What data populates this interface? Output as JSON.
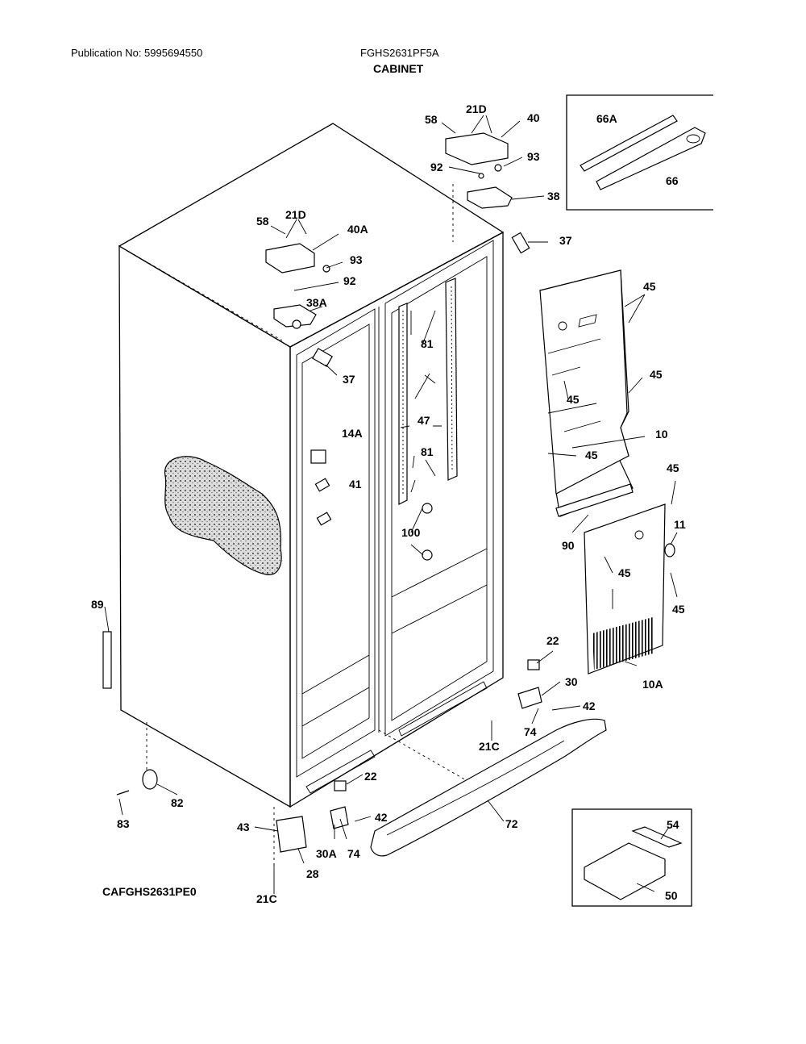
{
  "header": {
    "publication": "Publication No:  5995694550",
    "model": "FGHS2631PF5A",
    "section": "CABINET"
  },
  "diagram_code": "CAFGHS2631PE0",
  "callouts": [
    "58",
    "21D",
    "40",
    "93",
    "92",
    "38",
    "37",
    "66A",
    "66",
    "40A",
    "38A",
    "45",
    "81",
    "47",
    "10",
    "14A",
    "41",
    "100",
    "90",
    "11",
    "10A",
    "89",
    "22",
    "30",
    "42",
    "74",
    "21C",
    "82",
    "83",
    "72",
    "43",
    "30A",
    "28",
    "54",
    "50"
  ]
}
